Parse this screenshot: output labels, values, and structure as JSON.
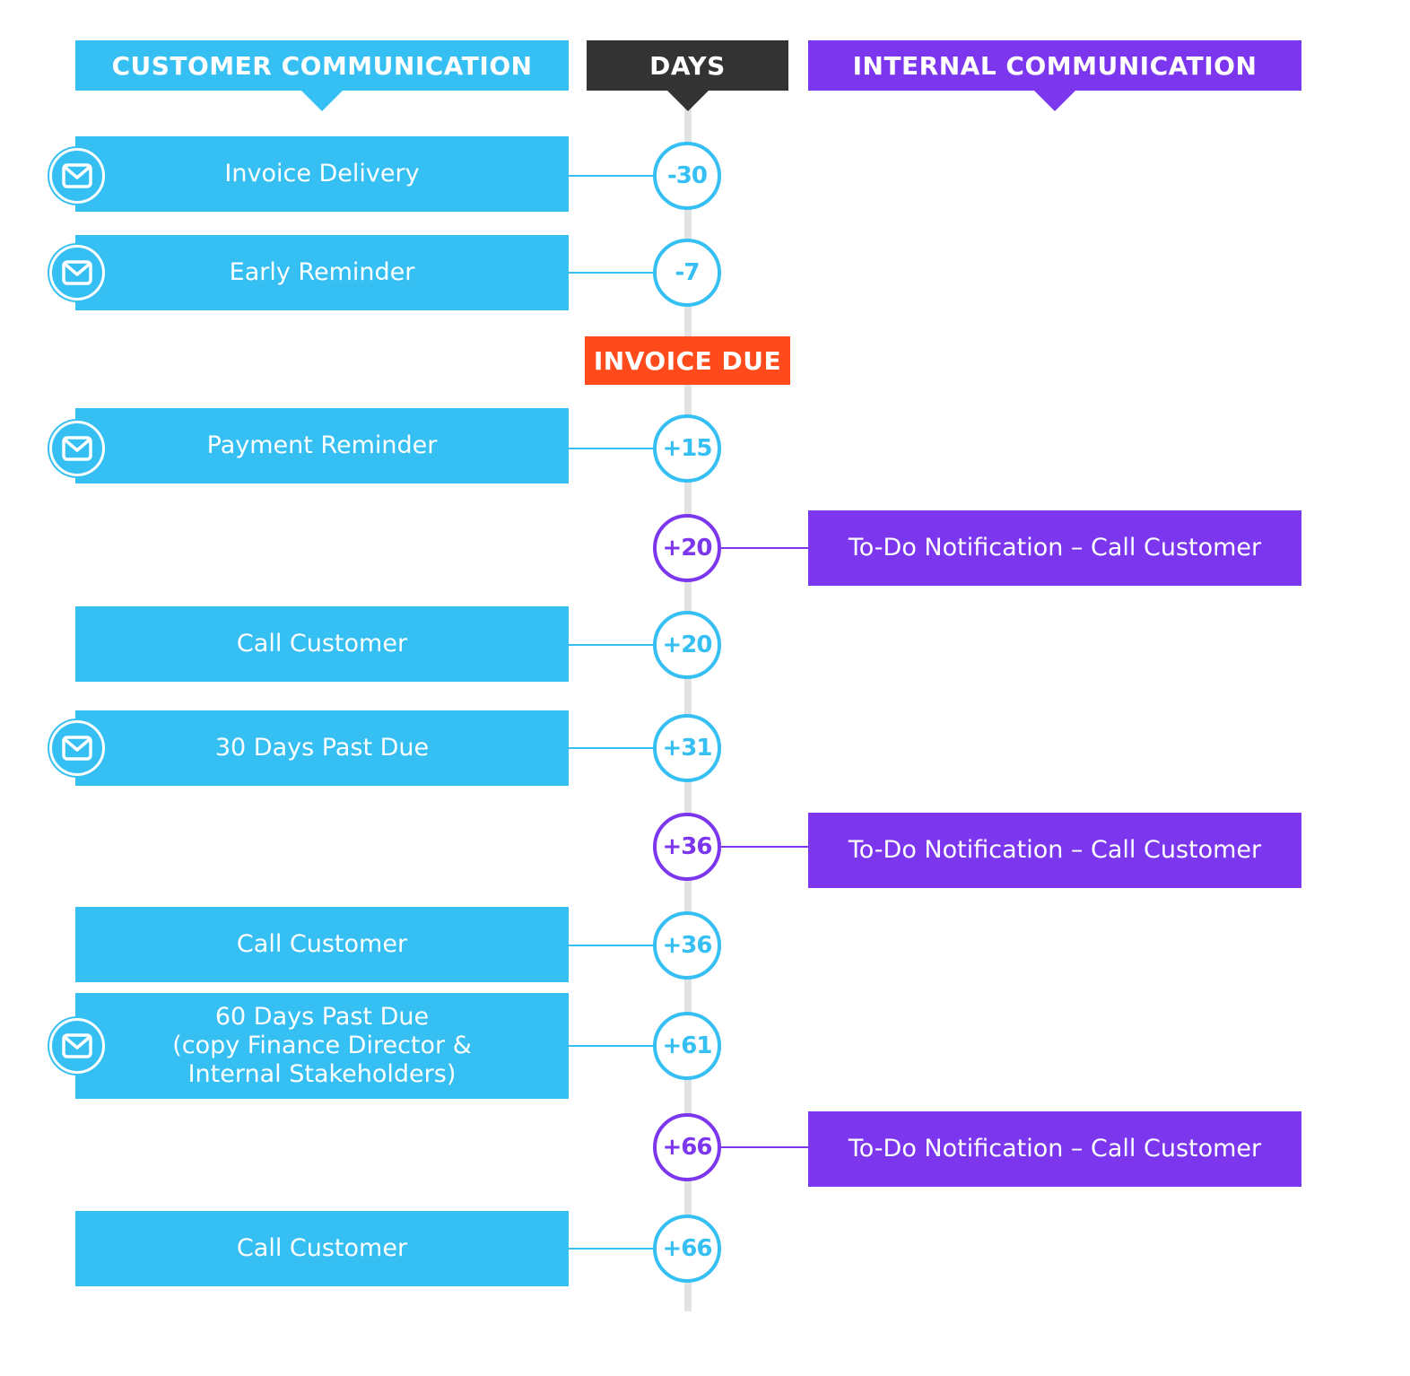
{
  "headers": {
    "customer": "CUSTOMER COMMUNICATION",
    "days": "DAYS",
    "internal": "INTERNAL COMMUNICATION"
  },
  "invoice_due": "INVOICE DUE",
  "colors": {
    "customer": "#35bff2",
    "internal": "#7c37ee",
    "days": "#333333",
    "invoice_due": "#ff4a1c",
    "timeline": "#e3e3e3"
  },
  "steps": [
    {
      "side": "customer",
      "day": "-30",
      "label": "Invoice Delivery",
      "icon": "mail-icon"
    },
    {
      "side": "customer",
      "day": "-7",
      "label": "Early Reminder",
      "icon": "mail-icon"
    },
    {
      "side": "customer",
      "day": "+15",
      "label": "Payment Reminder",
      "icon": "mail-icon"
    },
    {
      "side": "internal",
      "day": "+20",
      "label": "To-Do Notification – Call Customer"
    },
    {
      "side": "customer",
      "day": "+20",
      "label": "Call Customer"
    },
    {
      "side": "customer",
      "day": "+31",
      "label": "30 Days Past Due",
      "icon": "mail-icon"
    },
    {
      "side": "internal",
      "day": "+36",
      "label": "To-Do Notification – Call Customer"
    },
    {
      "side": "customer",
      "day": "+36",
      "label": "Call Customer"
    },
    {
      "side": "customer",
      "day": "+61",
      "label": "60 Days Past Due\n(copy Finance Director &\nInternal Stakeholders)",
      "icon": "mail-icon"
    },
    {
      "side": "internal",
      "day": "+66",
      "label": "To-Do Notification – Call Customer"
    },
    {
      "side": "customer",
      "day": "+66",
      "label": "Call Customer"
    }
  ]
}
